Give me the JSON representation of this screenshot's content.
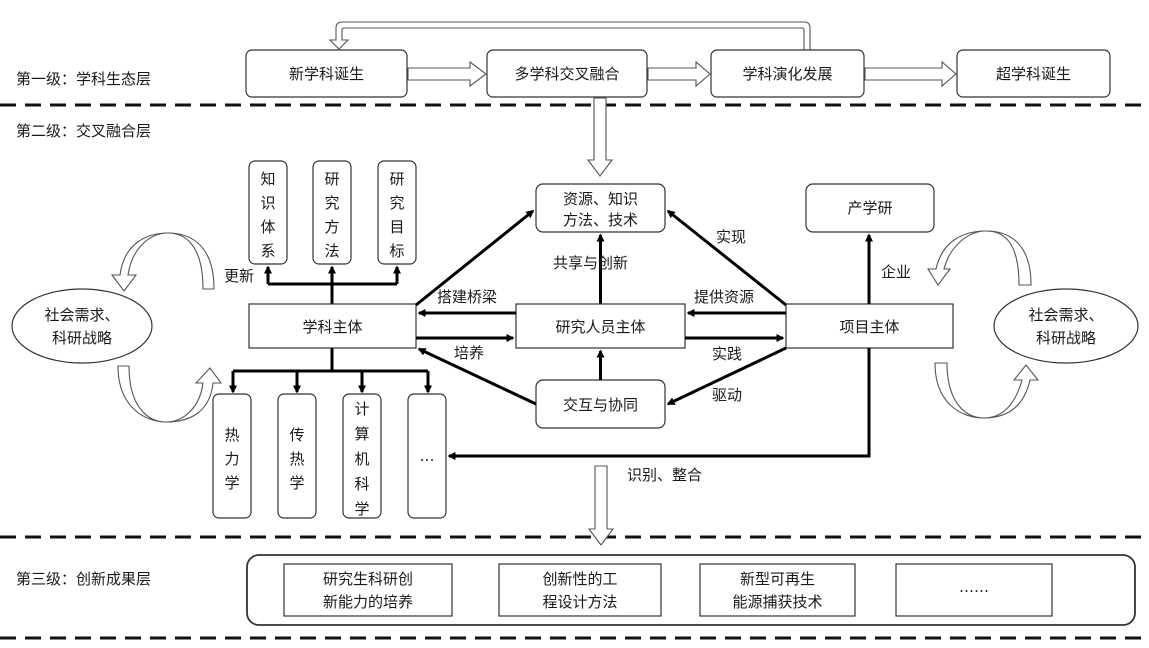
{
  "levels": {
    "level1": "第一级：学科生态层",
    "level2": "第二级：交叉融合层",
    "level3": "第三级：创新成果层"
  },
  "level1_nodes": [
    "新学科诞生",
    "多学科交叉融合",
    "学科演化发展",
    "超学科诞生"
  ],
  "discipline_attrs": [
    [
      "知",
      "识",
      "体",
      "系"
    ],
    [
      "研",
      "究",
      "方",
      "法"
    ],
    [
      "研",
      "究",
      "目",
      "标"
    ]
  ],
  "disciplines": [
    [
      "热",
      "力",
      "学"
    ],
    [
      "传",
      "热",
      "学"
    ],
    [
      "计",
      "算",
      "机",
      "科",
      "学"
    ],
    [
      "…"
    ]
  ],
  "nodes": {
    "discipline_subject": "学科主体",
    "researcher_subject": "研究人员主体",
    "project_subject": "项目主体",
    "resources_line1": "资源、知识",
    "resources_line2": "方法、技术",
    "interaction": "交互与协同",
    "industry": "产学研",
    "social_left_line1": "社会需求、",
    "social_left_line2": "科研战略",
    "social_right_line1": "社会需求、",
    "social_right_line2": "科研战略"
  },
  "edge_labels": {
    "update": "更新",
    "build_bridge": "搭建桥梁",
    "cultivate": "培养",
    "share_innovate": "共享与创新",
    "realize": "实现",
    "provide_resources": "提供资源",
    "practice": "实践",
    "drive": "驱动",
    "enterprise": "企业",
    "identify_integrate": "识别、整合"
  },
  "outcomes": [
    [
      "研究生科研创",
      "新能力的培养"
    ],
    [
      "创新性的工",
      "程设计方法"
    ],
    [
      "新型可再生",
      "能源捕获技术"
    ],
    [
      "……"
    ]
  ]
}
